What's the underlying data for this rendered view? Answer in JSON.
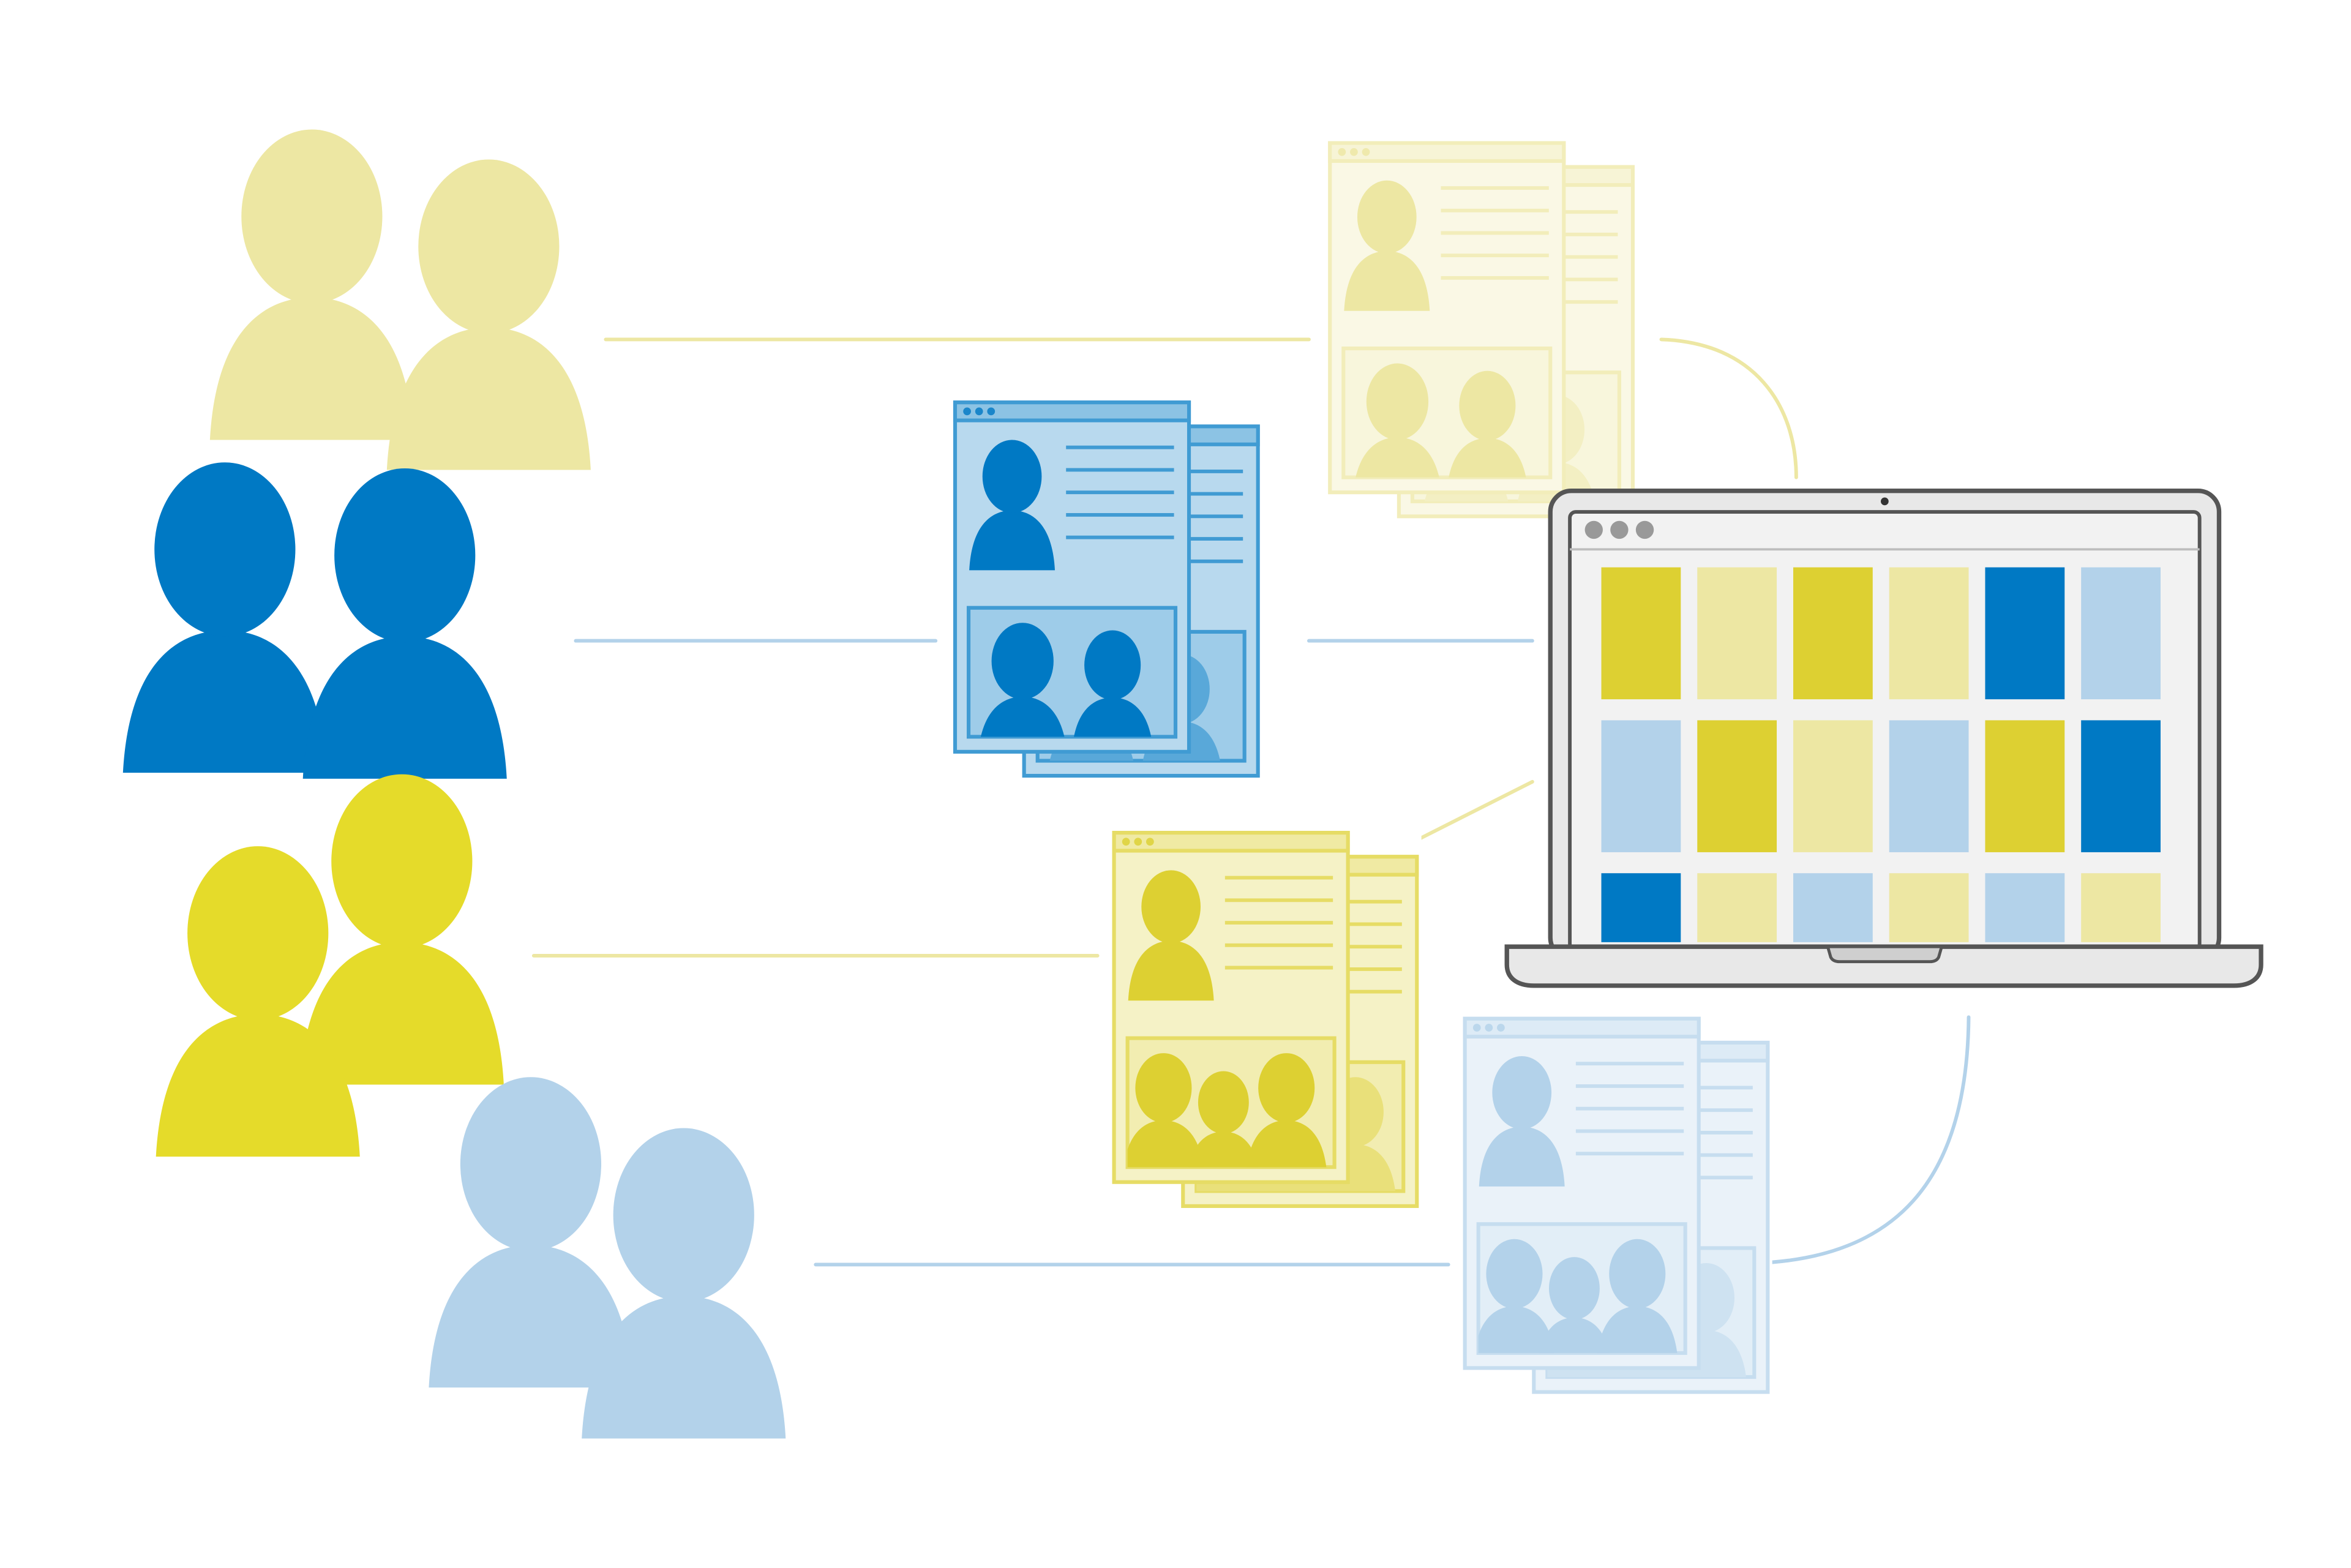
{
  "colors": {
    "background": "#ffffff",
    "pale_yellow": "#EDE7A3",
    "dark_blue": "#0079C4",
    "bright_yellow": "#E5DB2A",
    "mustard": "#DDD032",
    "light_blue": "#B3D2EA",
    "laptop_frame": "#555555",
    "laptop_body": "#E8E8E8",
    "laptop_screen_bg": "#F2F2F2",
    "window_dots": "#999999"
  },
  "groups": [
    {
      "id": "pale-yellow",
      "color_key": "pale_yellow"
    },
    {
      "id": "dark-blue",
      "color_key": "dark_blue"
    },
    {
      "id": "bright-yellow",
      "color_key": "bright_yellow"
    },
    {
      "id": "light-blue",
      "color_key": "light_blue"
    }
  ],
  "profile_stacks": [
    {
      "id": "pale-yellow",
      "color_key": "pale_yellow",
      "photo_people": 2
    },
    {
      "id": "dark-blue",
      "color_key": "dark_blue",
      "photo_people": 2
    },
    {
      "id": "bright-yellow",
      "color_key": "mustard",
      "photo_people": 3
    },
    {
      "id": "light-blue",
      "color_key": "light_blue",
      "photo_people": 3
    }
  ],
  "laptop": {
    "window_dots": 3,
    "tile_grid": [
      [
        "mustard",
        "pale_yellow",
        "mustard",
        "pale_yellow",
        "dark_blue",
        "light_blue"
      ],
      [
        "light_blue",
        "mustard",
        "pale_yellow",
        "light_blue",
        "mustard",
        "dark_blue"
      ],
      [
        "dark_blue",
        "pale_yellow",
        "light_blue",
        "pale_yellow",
        "light_blue",
        "pale_yellow"
      ]
    ]
  }
}
